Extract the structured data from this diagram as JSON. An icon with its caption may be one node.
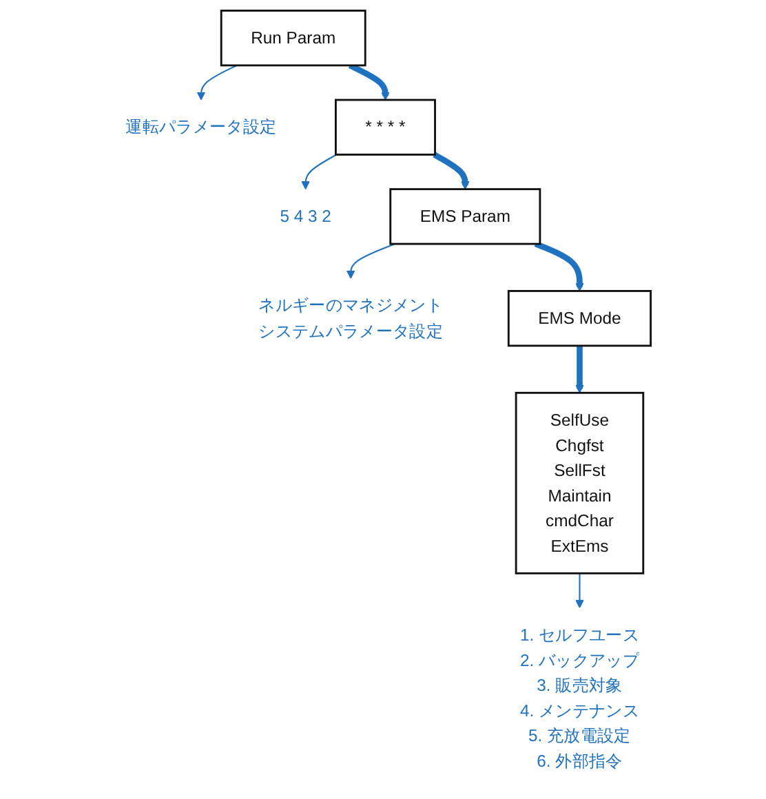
{
  "diagram": {
    "nodes": [
      {
        "text": [
          "Run Param"
        ]
      },
      {
        "text": [
          "運転パラメータ設定"
        ]
      },
      {
        "text": [
          "* * * *"
        ]
      },
      {
        "text": [
          "5 4 3 2"
        ]
      },
      {
        "text": [
          "EMS Param"
        ]
      },
      {
        "text": [
          "ネルギーのマネジメントシステムパラメータ設定"
        ]
      },
      {
        "text": [
          "EMS Mode"
        ]
      },
      {
        "text": [
          "SelfUse",
          "Chgfst",
          "SellFst",
          "Maintain",
          "cmdChar",
          "ExtEms"
        ]
      },
      {
        "text": [
          "1. セルフユース",
          "2. バックアップ",
          "3. 販売対象",
          "4. メンテナンス",
          "5. 充放電設定",
          "6. 外部指令"
        ]
      }
    ],
    "edges": [
      {
        "from": 0,
        "to": 1,
        "arrow": "to"
      },
      {
        "from": 0,
        "to": 2,
        "arrow": "to",
        "style": "thick"
      },
      {
        "from": 2,
        "to": 3,
        "arrow": "to"
      },
      {
        "from": 2,
        "to": 4,
        "arrow": "to",
        "style": "thick"
      },
      {
        "from": 4,
        "to": 5,
        "arrow": "to"
      },
      {
        "from": 4,
        "to": 6,
        "arrow": "to",
        "style": "thick"
      },
      {
        "from": 6,
        "to": 7,
        "arrow": "to",
        "style": "thick"
      },
      {
        "from": 7,
        "to": 8,
        "arrow": "to"
      }
    ]
  }
}
